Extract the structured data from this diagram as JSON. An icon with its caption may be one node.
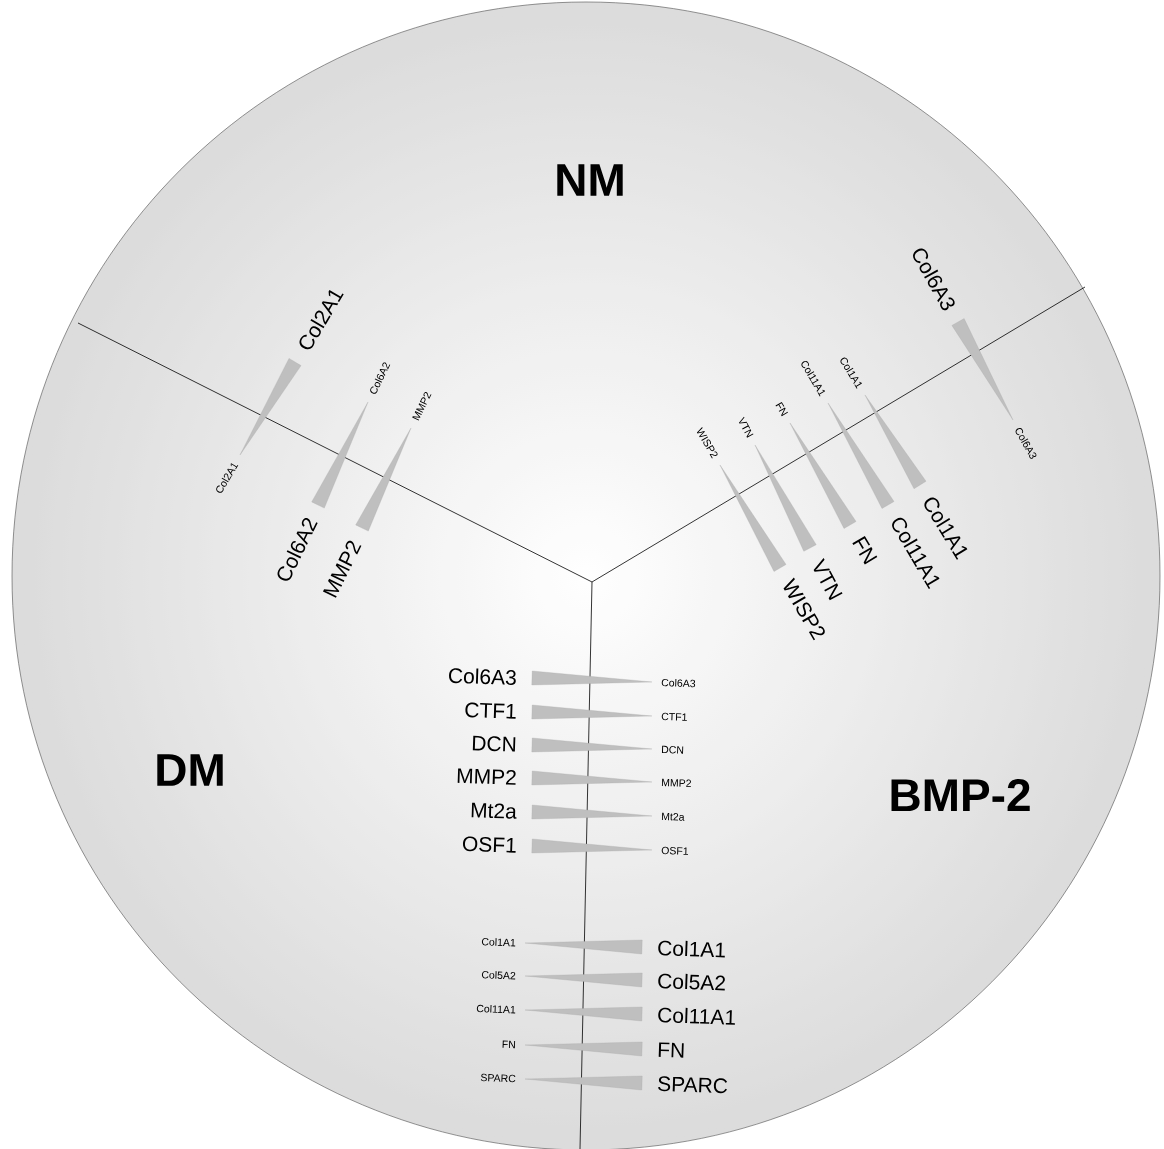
{
  "diagram": {
    "nodes": [
      {
        "text": [
          "NM"
        ]
      },
      {
        "text": [
          "DM"
        ]
      },
      {
        "text": [
          "BMP-2"
        ]
      }
    ],
    "labels": [
      "Col2A1",
      "Col2A1",
      "Col6A2",
      "Col6A2",
      "MMP2",
      "MMP2",
      "Col6A3",
      "Col6A3",
      "Col1A1",
      "Col1A1",
      "Col11A1",
      "Col11A1",
      "FN",
      "FN",
      "VTN",
      "VTN",
      "WISP2",
      "WISP2",
      "Col6A3",
      "Col6A3",
      "CTF1",
      "CTF1",
      "DCN",
      "DCN",
      "MMP2",
      "MMP2",
      "Mt2a",
      "Mt2a",
      "OSF1",
      "OSF1",
      "Col1A1",
      "Col1A1",
      "Col5A2",
      "Col5A2",
      "Col11A1",
      "Col11A1",
      "FN",
      "FN",
      "SPARC",
      "SPARC"
    ]
  }
}
